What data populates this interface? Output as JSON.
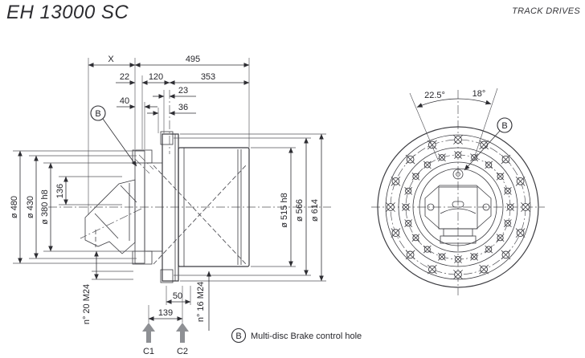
{
  "header": {
    "title": "EH 13000 SC",
    "brand": "TRACK DRIVES"
  },
  "side_view": {
    "top_dims": {
      "x": "X",
      "d495": "495",
      "d22": "22",
      "d120": "120",
      "d353": "353",
      "d23": "23",
      "d40": "40",
      "d36": "36"
    },
    "left_dims": {
      "d480": "ø 480",
      "d430": "ø 430",
      "d380": "ø 380 h8",
      "d136": "136"
    },
    "right_dims": {
      "d515": "ø 515 h8",
      "d566": "ø 566",
      "d614": "ø 614"
    },
    "bottom_dims": {
      "d50": "50",
      "d139": "139",
      "bolts_motor": "n° 20 M24",
      "bolts_sprocket": "n° 16 M24",
      "c1": "C1",
      "c2": "C2"
    },
    "balloon": "B"
  },
  "front_view": {
    "angle_left": "22.5°",
    "angle_right": "18°",
    "balloon": "B",
    "bolt_rings": [
      {
        "count": 16
      },
      {
        "count": 20
      }
    ]
  },
  "legend": {
    "balloon": "B",
    "label": "Multi-disc Brake control hole"
  },
  "colors": {
    "line": "#3b3b40",
    "drum_fill": "#e9e9ec",
    "bolt_fill": "#c9c9ce",
    "flow_arrow": "#8e9094"
  }
}
